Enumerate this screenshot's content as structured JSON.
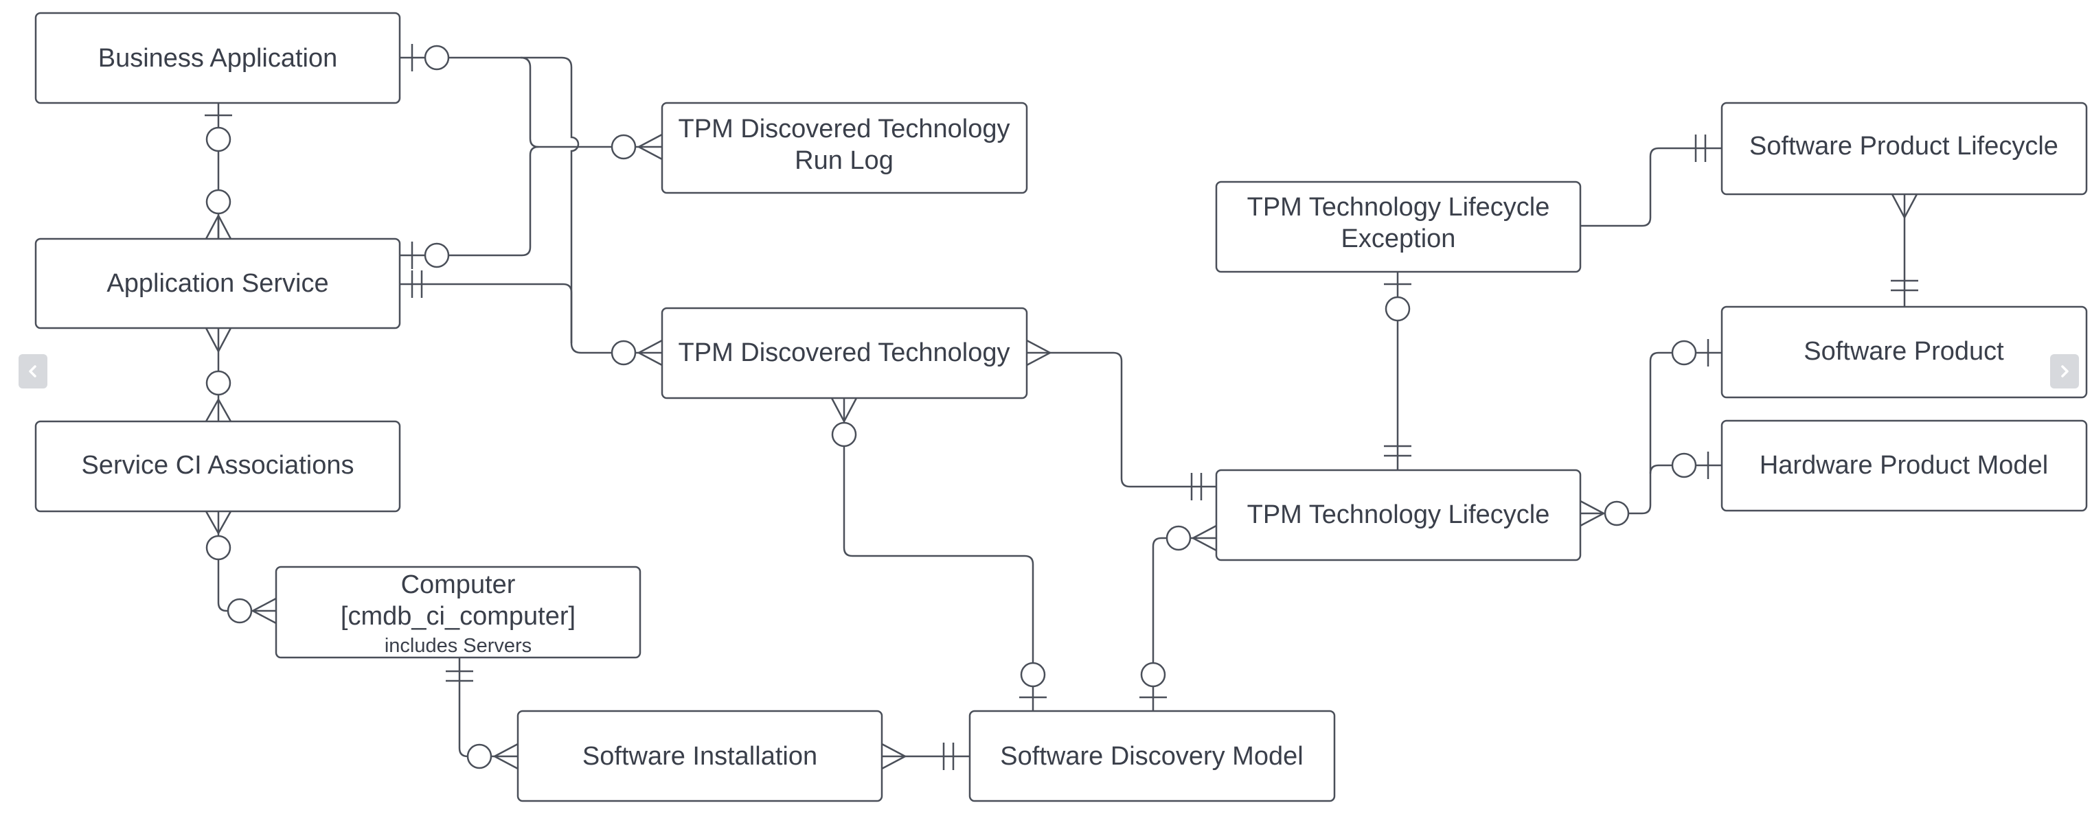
{
  "entities": {
    "business_application": [
      "Business Application"
    ],
    "application_service": [
      "Application Service"
    ],
    "service_ci_associations": [
      "Service CI Associations"
    ],
    "computer": [
      "Computer",
      "[cmdb_ci_computer]"
    ],
    "computer_note": "includes Servers",
    "tpm_run_log": [
      "TPM Discovered Technology",
      "Run Log"
    ],
    "tpm_discovered_technology": [
      "TPM Discovered Technology"
    ],
    "software_installation": [
      "Software Installation"
    ],
    "software_discovery_model": [
      "Software Discovery Model"
    ],
    "tpm_lifecycle_exception": [
      "TPM Technology Lifecycle",
      "Exception"
    ],
    "tpm_technology_lifecycle": [
      "TPM Technology Lifecycle"
    ],
    "software_product_lifecycle": [
      "Software Product Lifecycle"
    ],
    "software_product": [
      "Software Product"
    ],
    "hardware_product_model": [
      "Hardware Product Model"
    ]
  },
  "navigation": {
    "prev_icon": "chevron-left-icon",
    "next_icon": "chevron-right-icon"
  },
  "colors": {
    "line": "#4a4f59",
    "text": "#3a3f4a",
    "nav_button": "#d7d9dd"
  }
}
